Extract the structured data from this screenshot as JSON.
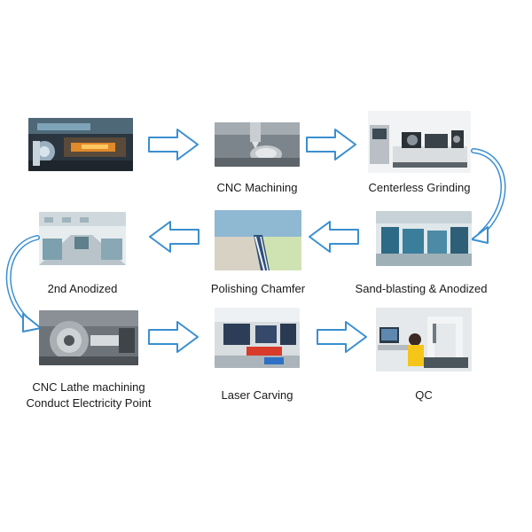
{
  "steps": {
    "step1": {
      "label": ""
    },
    "step2": {
      "label": "CNC Machining"
    },
    "step3": {
      "label": "Centerless Grinding"
    },
    "step4": {
      "label": "Sand-blasting & Anodized"
    },
    "step5": {
      "label": "Polishing Chamfer"
    },
    "step6": {
      "label": "2nd Anodized"
    },
    "step7": {
      "label_line1": "CNC Lathe machining",
      "label_line2": "Conduct Electricity Point"
    },
    "step8": {
      "label": "Laser Carving"
    },
    "step9": {
      "label": "QC"
    }
  },
  "colors": {
    "arrow_stroke": "#3a8fd0",
    "arrow_fill": "#ffffff"
  },
  "icons": {
    "flow_arrow": "block-arrow-icon",
    "connector": "curved-connector-arrow-icon"
  }
}
